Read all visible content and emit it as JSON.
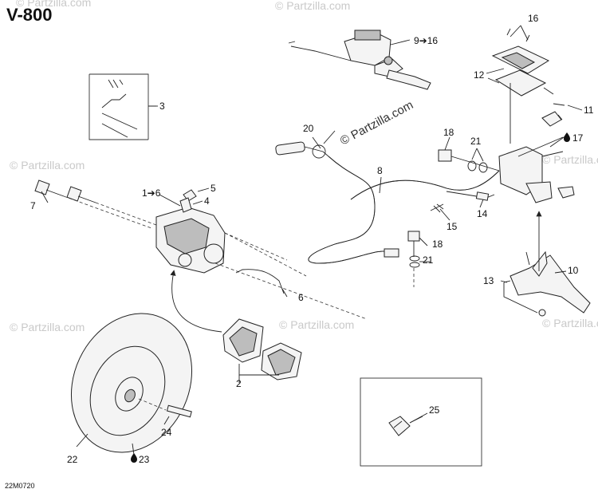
{
  "diagram": {
    "title": "V-800",
    "drawing_code": "22M0720",
    "watermark": "© Partzilla.com",
    "callouts": [
      {
        "id": "c16",
        "text": "16"
      },
      {
        "id": "c9_16",
        "text": "9➔16"
      },
      {
        "id": "c3",
        "text": "3"
      },
      {
        "id": "c12",
        "text": "12"
      },
      {
        "id": "c11",
        "text": "11"
      },
      {
        "id": "c17",
        "text": "17"
      },
      {
        "id": "c20",
        "text": "20"
      },
      {
        "id": "c18a",
        "text": "18"
      },
      {
        "id": "c21a",
        "text": "21"
      },
      {
        "id": "c1_6",
        "text": "1➔6"
      },
      {
        "id": "c5",
        "text": "5"
      },
      {
        "id": "c4",
        "text": "4"
      },
      {
        "id": "c8",
        "text": "8"
      },
      {
        "id": "c7",
        "text": "7"
      },
      {
        "id": "c15",
        "text": "15"
      },
      {
        "id": "c14",
        "text": "14"
      },
      {
        "id": "c18b",
        "text": "18"
      },
      {
        "id": "c21b",
        "text": "21"
      },
      {
        "id": "c6",
        "text": "6"
      },
      {
        "id": "c10",
        "text": "10"
      },
      {
        "id": "c13",
        "text": "13"
      },
      {
        "id": "c2",
        "text": "2"
      },
      {
        "id": "c25",
        "text": "25"
      },
      {
        "id": "c24",
        "text": "24"
      },
      {
        "id": "c22",
        "text": "22"
      },
      {
        "id": "c23",
        "text": "23"
      }
    ]
  }
}
